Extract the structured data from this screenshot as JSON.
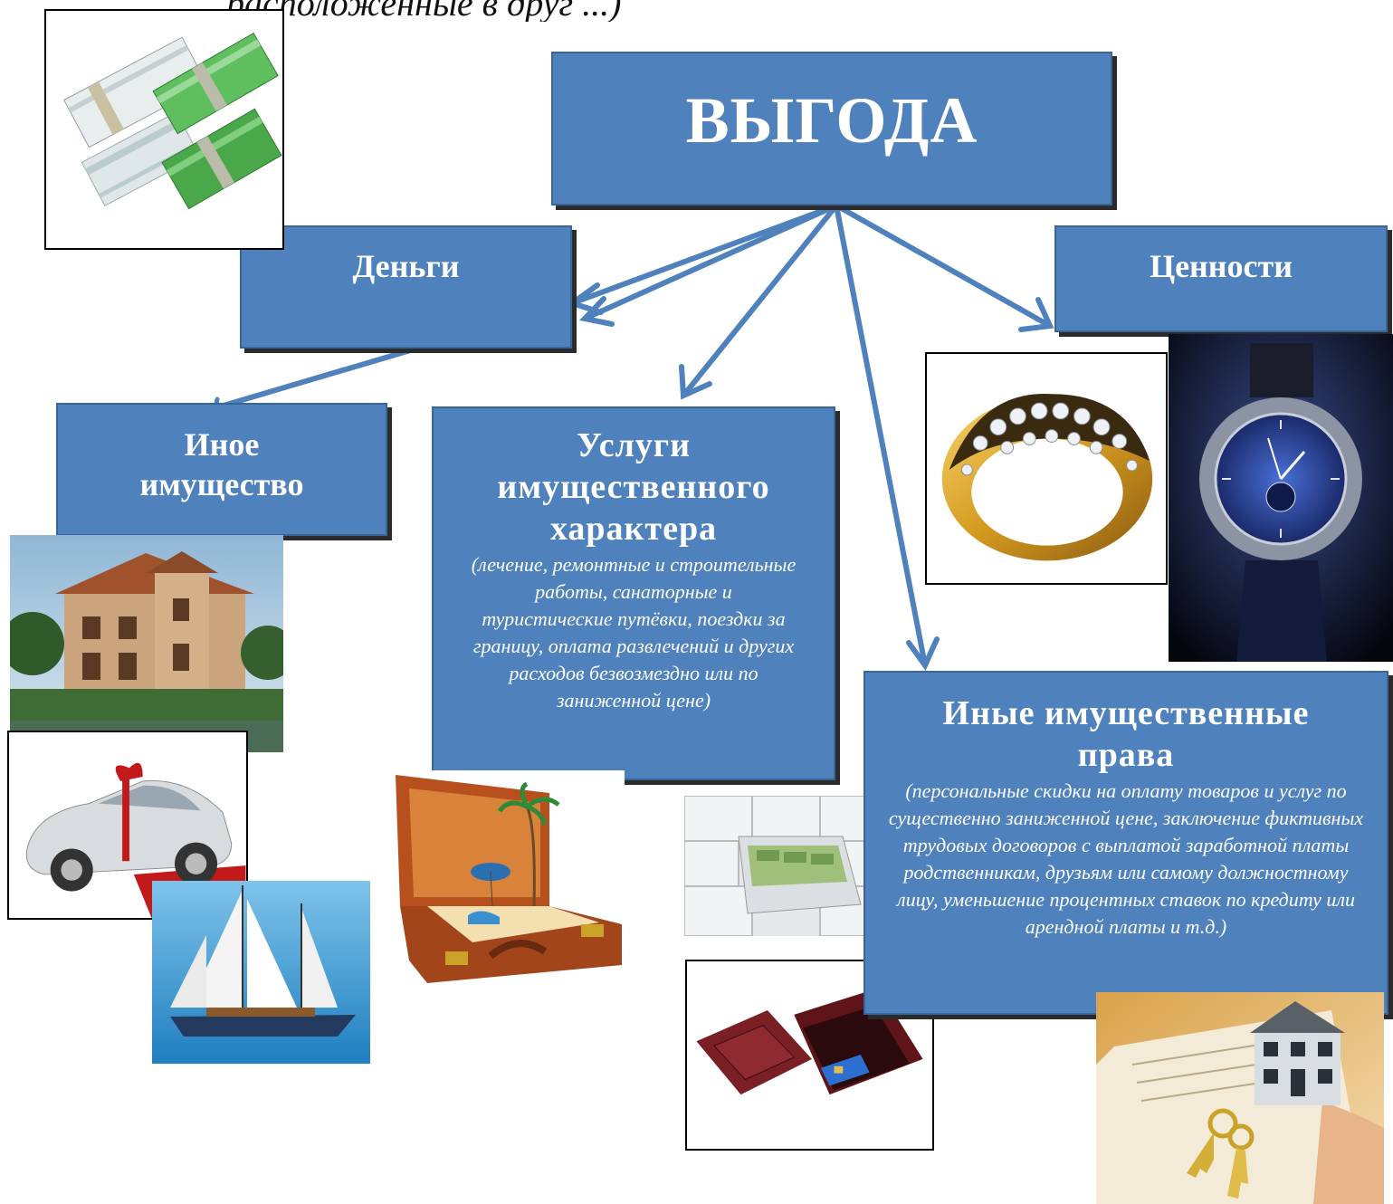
{
  "top_fragment": "расположенные в друг ...)",
  "main": {
    "title": "ВЫГОДА"
  },
  "categories": {
    "money": "Деньги",
    "values": "Ценности",
    "property": "Иное имущество",
    "services": {
      "title": "Услуги имущественного характера",
      "description": "(лечение, ремонтные и строительные работы, санаторные и туристические путёвки, поездки за границу, оплата развлечений и других расходов безвозмездно или по заниженной цене)"
    },
    "rights": {
      "title": "Иные имущественные права",
      "description": "(персональные скидки на оплату товаров и услуг по существенно заниженной цене, заключение фиктивных трудовых договоров с выплатой заработной платы родственникам, друзьям или самому должностному лицу, уменьшение процентных ставок по кредиту или арендной платы и т.д.)"
    }
  },
  "colors": {
    "box": "#4f81bd",
    "arrow": "#4f81bd",
    "text": "#ffffff"
  },
  "images": [
    "money-stack",
    "villa",
    "car-with-bow",
    "sailing-yacht",
    "suitcase-beach",
    "safe-deposit-drawer",
    "gift-box-card",
    "gold-diamond-ring",
    "luxury-watch",
    "house-model-keys"
  ]
}
